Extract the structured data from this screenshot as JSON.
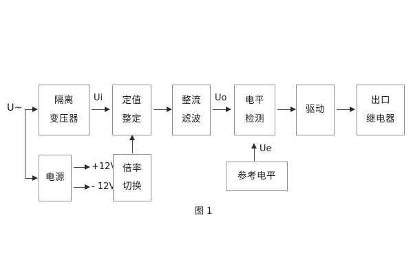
{
  "diagram": {
    "caption": "图 1",
    "input_label": "U~",
    "blocks": [
      {
        "id": "isolation-transformer",
        "lines": [
          "隔离",
          "变压器"
        ]
      },
      {
        "id": "setting-value",
        "lines": [
          "定值",
          "整定"
        ]
      },
      {
        "id": "rectifier-filter",
        "lines": [
          "整流",
          "滤波"
        ]
      },
      {
        "id": "level-detection",
        "lines": [
          "电平",
          "检测"
        ]
      },
      {
        "id": "driver",
        "lines": [
          "驱动"
        ]
      },
      {
        "id": "output-relay",
        "lines": [
          "出口",
          "继电器"
        ]
      },
      {
        "id": "power-supply",
        "lines": [
          "电源"
        ]
      },
      {
        "id": "multiplier-switch",
        "lines": [
          "倍率",
          "切换"
        ]
      },
      {
        "id": "reference-level",
        "lines": [
          "参考电平"
        ]
      }
    ],
    "signal_labels": {
      "ui": "Ui",
      "uo": "Uo",
      "ue": "Ue"
    },
    "power_rails": {
      "positive": "+12V",
      "negative": "- 12V"
    },
    "colors": {
      "block_border": "#8e8e8e",
      "connector": "#444444",
      "text": "#1a1a1a",
      "background": "#ffffff"
    }
  }
}
